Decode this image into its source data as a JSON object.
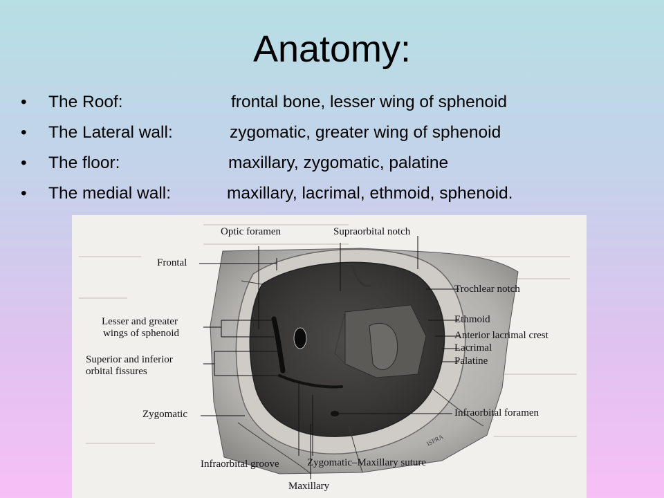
{
  "slide": {
    "title": "Anatomy:",
    "bullet_glyph": "•",
    "bullets": [
      {
        "label": "The Roof:",
        "value": "frontal bone, lesser wing of sphenoid"
      },
      {
        "label": "The Lateral wall:",
        "value": "zygomatic, greater wing of sphenoid"
      },
      {
        "label": "The floor:",
        "value": "maxillary, zygomatic, palatine"
      },
      {
        "label": "The medial wall:",
        "value": "maxillary, lacrimal, ethmoid, sphenoid."
      }
    ]
  },
  "figure": {
    "labels": {
      "optic_foramen": "Optic foramen",
      "supraorbital_notch": "Supraorbital notch",
      "frontal": "Frontal",
      "trochlear_notch": "Trochlear notch",
      "lesser_greater_1": "Lesser and greater",
      "lesser_greater_2": "wings of sphenoid",
      "ethmoid": "Ethmoid",
      "anterior_lacrimal_crest": "Anterior lacrimal crest",
      "lacrimal": "Lacrimal",
      "palatine": "Palatine",
      "orbital_fissures_1": "Superior and inferior",
      "orbital_fissures_2": "orbital fissures",
      "zygomatic": "Zygomatic",
      "infraorbital_foramen": "Infraorbital foramen",
      "infraorbital_groove": "Infraorbital groove",
      "zygomatic_maxillary_suture": "Zygomatic–Maxillary suture",
      "maxillary": "Maxillary"
    }
  }
}
